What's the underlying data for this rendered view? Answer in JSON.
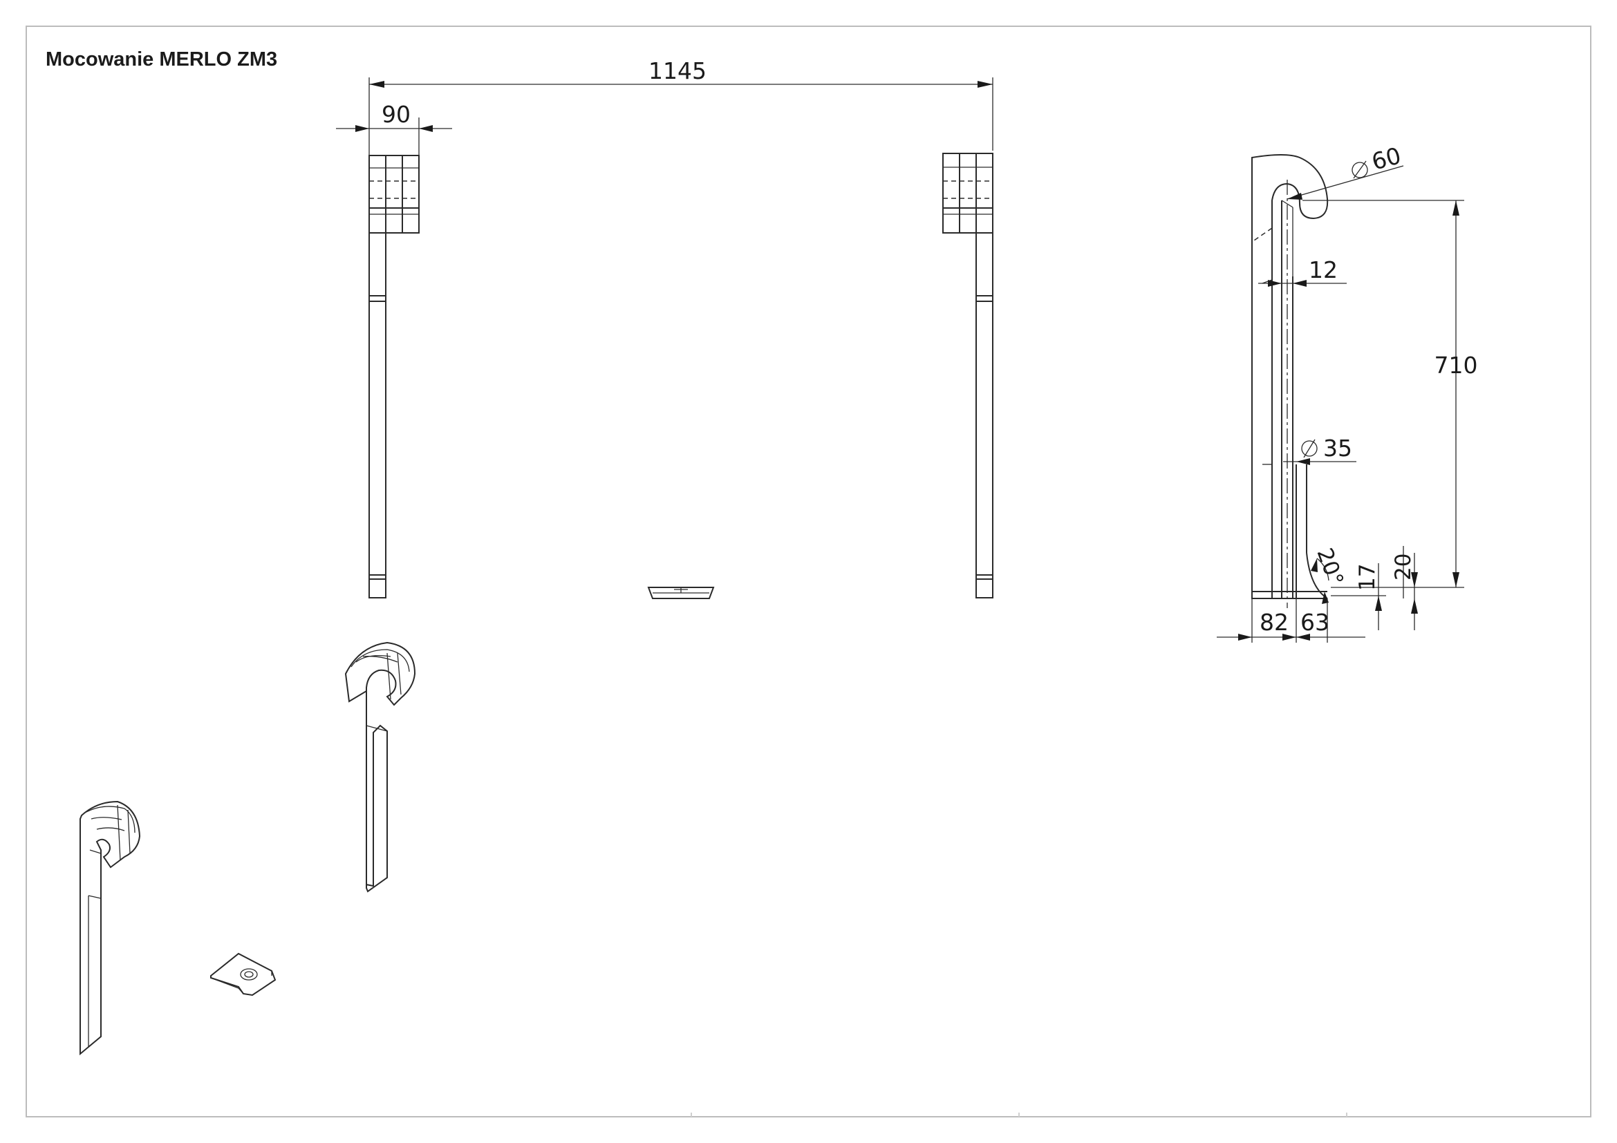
{
  "title": "Mocowanie MERLO ZM3",
  "dimensions": {
    "overall_width": "1145",
    "plate_width": "90",
    "hook_diameter": "60",
    "slot_width": "12",
    "height": "710",
    "pin_diameter": "35",
    "chamfer_angle": "20°",
    "dim_17": "17",
    "dim_20": "20",
    "dim_82": "82",
    "dim_63": "63"
  }
}
